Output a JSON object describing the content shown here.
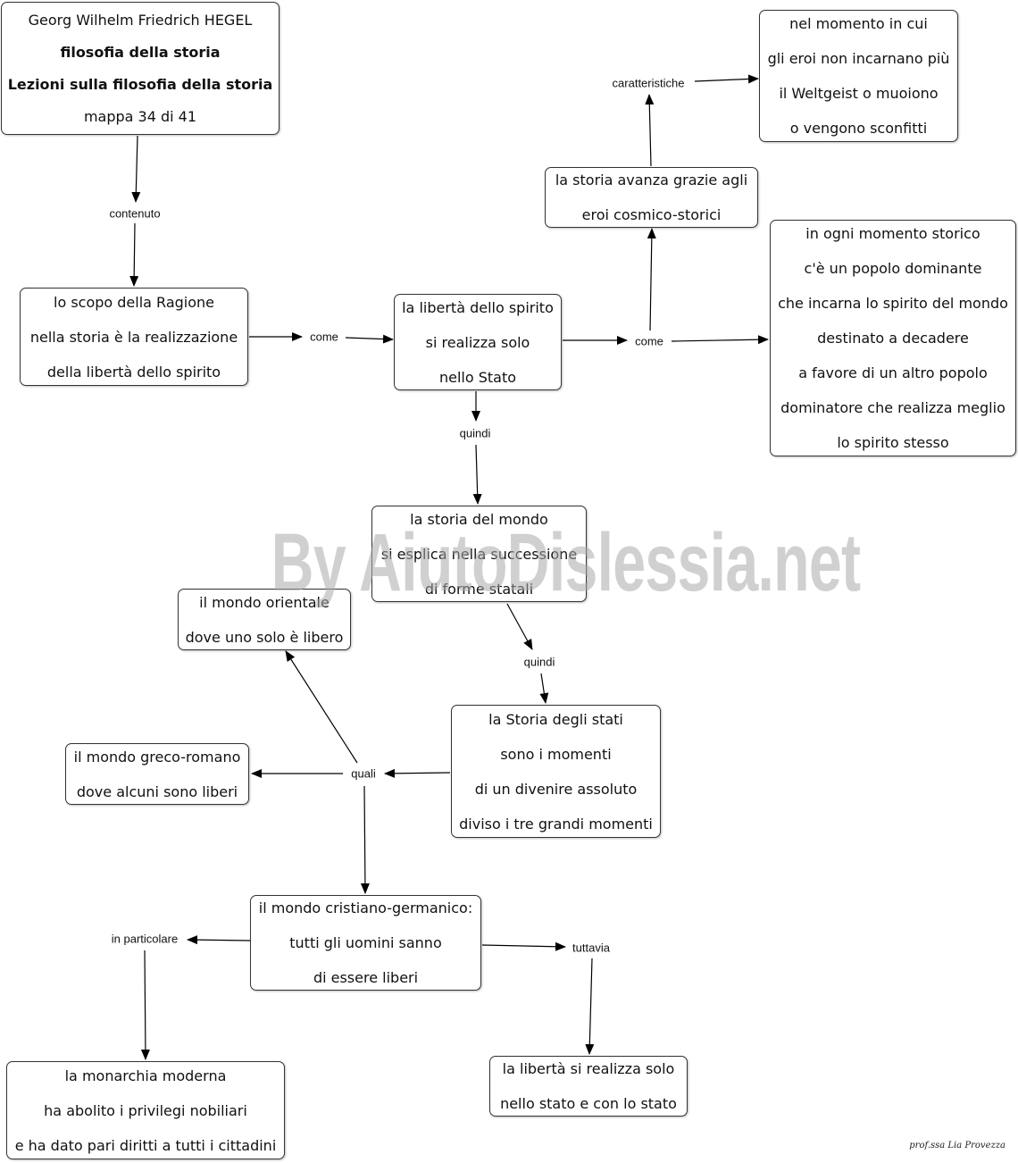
{
  "header_box": {
    "line1": "Georg Wilhelm Friedrich HEGEL",
    "line2": "filosofia della storia",
    "line3": "Lezioni sulla filosofia della storia",
    "line4": "mappa 34 di 41"
  },
  "nodes": {
    "scopo_ragione": [
      "lo scopo della Ragione",
      "nella storia è la realizzazione",
      "della libertà dello spirito"
    ],
    "liberta_stato": [
      "la libertà dello spirito",
      "si realizza solo",
      "nello Stato"
    ],
    "eroi": [
      "la storia avanza grazie agli",
      "eroi cosmico-storici"
    ],
    "momento_eroi": [
      "nel momento in cui",
      "gli eroi non incarnano più",
      "il Weltgeist o muoiono",
      "o vengono sconfitti"
    ],
    "popolo_dominante": [
      "in ogni momento storico",
      "c'è un popolo dominante",
      "che incarna lo spirito del mondo",
      "destinato a decadere",
      "a favore di un altro popolo",
      "dominatore che realizza meglio",
      "lo spirito stesso"
    ],
    "storia_mondo": [
      "la storia del mondo",
      "si esplica nella successione",
      "di forme statali"
    ],
    "mondo_orientale": [
      "il mondo orientale",
      "dove uno solo è libero"
    ],
    "storia_stati": [
      "la Storia degli stati",
      "sono i momenti",
      "di un divenire assoluto",
      "diviso i tre grandi momenti"
    ],
    "greco_romano": [
      "il mondo greco-romano",
      "dove alcuni sono liberi"
    ],
    "cristiano_germanico": [
      "il mondo cristiano-germanico:",
      "tutti gli uomini sanno",
      "di essere liberi"
    ],
    "monarchia": [
      "la monarchia moderna",
      "ha abolito i privilegi nobiliari",
      "e ha dato pari diritti a tutti i cittadini"
    ],
    "liberta_stato_finale": [
      "la  libertà si realizza solo",
      "nello stato e con lo stato"
    ]
  },
  "links": {
    "contenuto": "contenuto",
    "come_1": "come",
    "come_2": "come",
    "caratteristiche": "caratteristiche",
    "quindi_1": "quindi",
    "quindi_2": "quindi",
    "quali": "quali",
    "in_particolare": "in particolare",
    "tuttavia": "tuttavia"
  },
  "watermark": "By AiutoDislessia.net",
  "signature": "prof.ssa Lia Provezza"
}
